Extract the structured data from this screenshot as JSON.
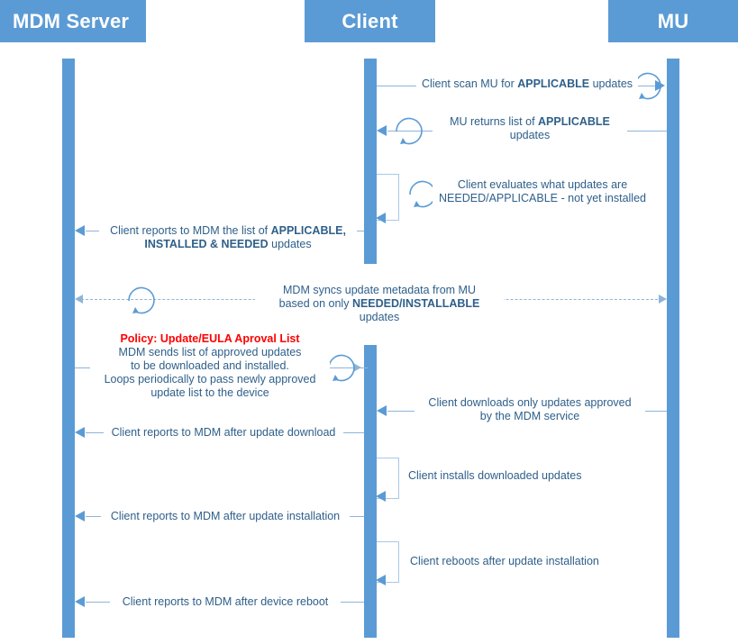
{
  "diagram": {
    "title": "MDM Update Management Sequence",
    "type": "sequence-diagram",
    "colors": {
      "actor_fill": "#5b9bd5",
      "actor_text": "#ffffff",
      "lifeline": "#5b9bd5",
      "message_line": "#8eb4da",
      "message_text": "#2e5f8a",
      "policy_text": "#ff0000",
      "background": "#ffffff"
    }
  },
  "actors": [
    {
      "id": "mdm",
      "label": "MDM Server"
    },
    {
      "id": "client",
      "label": "Client"
    },
    {
      "id": "mu",
      "label": "MU"
    }
  ],
  "messages": [
    {
      "id": "m1",
      "from": "client",
      "to": "mu",
      "direction": "right",
      "style": "solid",
      "loop": true,
      "text_parts": [
        {
          "t": "Client scan MU for ",
          "bold": false
        },
        {
          "t": "APPLICABLE",
          "bold": true
        },
        {
          "t": " updates",
          "bold": false
        }
      ],
      "plain": "Client scan MU for APPLICABLE updates"
    },
    {
      "id": "m2",
      "from": "mu",
      "to": "client",
      "direction": "left",
      "style": "solid",
      "loop": true,
      "text_parts": [
        {
          "t": "MU returns list of ",
          "bold": false
        },
        {
          "t": "APPLICABLE",
          "bold": true
        },
        {
          "t": "\nupdates",
          "bold": false
        }
      ],
      "plain": "MU returns list of APPLICABLE updates"
    },
    {
      "id": "m3",
      "from": "client",
      "to": "client",
      "direction": "self",
      "style": "solid",
      "loop": true,
      "text_parts": [
        {
          "t": "Client evaluates what updates are\nNEEDED/APPLICABLE - not yet installed",
          "bold": false
        }
      ],
      "plain": "Client evaluates what updates are NEEDED/APPLICABLE - not yet installed"
    },
    {
      "id": "m4",
      "from": "client",
      "to": "mdm",
      "direction": "left",
      "style": "solid",
      "loop": false,
      "text_parts": [
        {
          "t": "Client reports to MDM the list of ",
          "bold": false
        },
        {
          "t": "APPLICABLE,\nINSTALLED & NEEDED",
          "bold": true
        },
        {
          "t": " updates",
          "bold": false
        }
      ],
      "plain": "Client reports to MDM the list of APPLICABLE, INSTALLED & NEEDED updates"
    },
    {
      "id": "m5",
      "from": "mu",
      "to": "mdm",
      "direction": "bidirectional",
      "style": "dashed",
      "loop": true,
      "text_parts": [
        {
          "t": "MDM syncs update metadata from MU\nbased on only ",
          "bold": false
        },
        {
          "t": "NEEDED/INSTALLABLE",
          "bold": true
        },
        {
          "t": " updates",
          "bold": false
        }
      ],
      "plain": "MDM syncs update metadata from MU based on only NEEDED/INSTALLABLE updates"
    },
    {
      "id": "m6",
      "from": "mdm",
      "to": "client",
      "direction": "right",
      "style": "solid",
      "loop": true,
      "policy_label": "Policy: Update/EULA Aproval List",
      "text_parts": [
        {
          "t": "MDM sends list of approved updates\nto be downloaded and installed.\nLoops periodically to pass newly approved\nupdate list to the device",
          "bold": false
        }
      ],
      "plain": "MDM sends list of approved updates to be downloaded and installed. Loops periodically to pass newly approved update list to the device"
    },
    {
      "id": "m7",
      "from": "mu",
      "to": "client",
      "direction": "left",
      "style": "solid",
      "loop": false,
      "text_parts": [
        {
          "t": "Client downloads only updates approved\nby the MDM service",
          "bold": false
        }
      ],
      "plain": "Client downloads only updates approved by the MDM service"
    },
    {
      "id": "m8",
      "from": "client",
      "to": "mdm",
      "direction": "left",
      "style": "solid",
      "loop": false,
      "text_parts": [
        {
          "t": "Client reports to MDM after update download",
          "bold": false
        }
      ],
      "plain": "Client reports to MDM after update download"
    },
    {
      "id": "m9",
      "from": "client",
      "to": "client",
      "direction": "self",
      "style": "solid",
      "loop": false,
      "text_parts": [
        {
          "t": "Client installs downloaded updates",
          "bold": false
        }
      ],
      "plain": "Client installs downloaded updates"
    },
    {
      "id": "m10",
      "from": "client",
      "to": "mdm",
      "direction": "left",
      "style": "solid",
      "loop": false,
      "text_parts": [
        {
          "t": "Client reports to MDM after update installation",
          "bold": false
        }
      ],
      "plain": "Client reports to MDM after update installation"
    },
    {
      "id": "m11",
      "from": "client",
      "to": "client",
      "direction": "self",
      "style": "solid",
      "loop": false,
      "text_parts": [
        {
          "t": "Client reboots after update installation",
          "bold": false
        }
      ],
      "plain": "Client reboots after update installation"
    },
    {
      "id": "m12",
      "from": "client",
      "to": "mdm",
      "direction": "left",
      "style": "solid",
      "loop": false,
      "text_parts": [
        {
          "t": "Client reports to MDM after device reboot",
          "bold": false
        }
      ],
      "plain": "Client reports to MDM after device reboot"
    }
  ],
  "labels": {
    "m1": "Client scan MU for APPLICABLE updates",
    "m2_a": "MU returns list of ",
    "m2_b": "APPLICABLE",
    "m2_c": "updates",
    "m3": "Client evaluates what updates are\nNEEDED/APPLICABLE - not yet installed",
    "m4_a": "Client reports to MDM the list of ",
    "m4_b": "APPLICABLE,",
    "m4_c": "INSTALLED & NEEDED",
    "m4_d": " updates",
    "m5_a": "MDM syncs update metadata from MU",
    "m5_b": "based on only ",
    "m5_c": "NEEDED/INSTALLABLE",
    "m5_d": " updates",
    "m6_policy": "Policy: Update/EULA Aproval List",
    "m6_body": "MDM sends list of approved updates\nto be downloaded and installed.\nLoops periodically to pass newly approved\nupdate list to the device",
    "m7": "Client downloads only updates approved\nby the MDM service",
    "m8": "Client reports to MDM after update download",
    "m9": "Client installs downloaded updates",
    "m10": "Client reports to MDM after update installation",
    "m11": "Client reboots after update installation",
    "m12": "Client reports to MDM after device reboot",
    "m1_a": "Client scan MU for ",
    "m1_b": "APPLICABLE",
    "m1_c": " updates"
  }
}
